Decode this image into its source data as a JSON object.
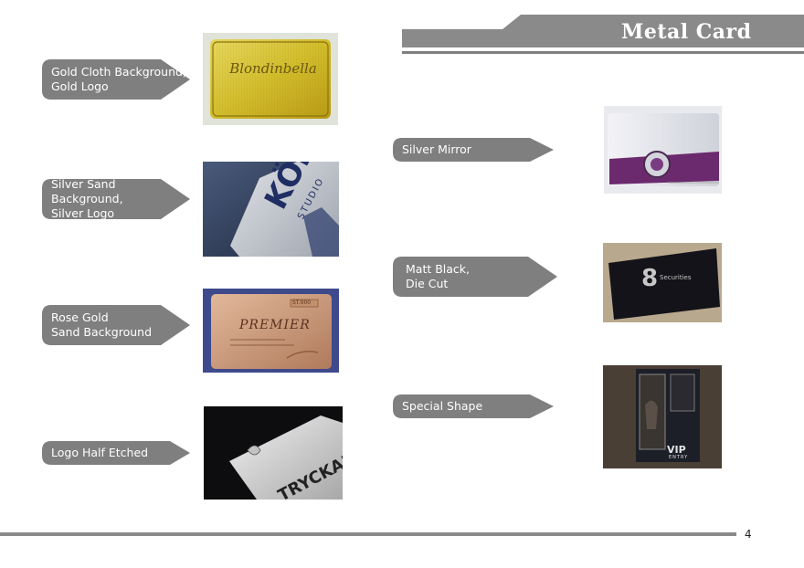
{
  "header": {
    "title": "Metal Card",
    "bar_color": "#8a8a8a"
  },
  "left_labels": [
    {
      "text": "Gold Cloth Background,\nGold Logo"
    },
    {
      "text": "Silver Sand Background,\nSilver Logo"
    },
    {
      "text": "Rose Gold\nSand Background"
    },
    {
      "text": "Logo Half Etched"
    }
  ],
  "right_labels": [
    {
      "text": "Silver Mirror"
    },
    {
      "text": "Matt Black,\nDie Cut"
    },
    {
      "text": "Special Shape"
    }
  ],
  "photos": {
    "gold": {
      "logo": "Blondinbella"
    },
    "silver_sand": {
      "brand": "KÖIF",
      "sub": "STUDIO"
    },
    "rose_gold": {
      "brand": "PREMIER",
      "badge": "ST.000"
    },
    "half_etched": {
      "brand": "TRYCKAKUT"
    },
    "matt_black": {
      "numeral": "8",
      "brand": "Securities"
    },
    "special_shape": {
      "vip": "VIP",
      "entry": "ENTRY"
    }
  },
  "footer": {
    "page_number": "4"
  },
  "colors": {
    "label_fill": "#7f7f7f",
    "label_text": "#ffffff"
  }
}
